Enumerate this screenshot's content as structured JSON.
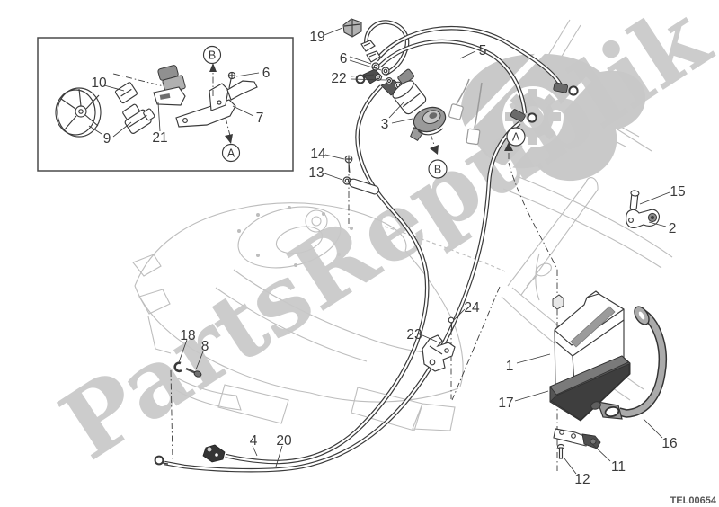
{
  "diagram": {
    "drawing_code": "TEL00654",
    "watermark": {
      "text": "PartsRepublik",
      "color": "#c8c8c8"
    },
    "colors": {
      "background": "#ffffff",
      "line_dark": "#3a3a3a",
      "line_light": "#bdbdbd",
      "watermark_gray": "#c8c8c8",
      "part_gray": "#9a9a9a",
      "dark_fill": "#4a4a4a"
    },
    "callouts": {
      "n1": "1",
      "n2": "2",
      "n3": "3",
      "n4": "4",
      "n5": "5",
      "n6": "6",
      "n7": "7",
      "n8": "8",
      "n9": "9",
      "n10": "10",
      "n11": "11",
      "n12": "12",
      "n13": "13",
      "n14": "14",
      "n15": "15",
      "n16": "16",
      "n17": "17",
      "n18": "18",
      "n19": "19",
      "n20": "20",
      "n21": "21",
      "n22": "22",
      "n23": "23",
      "n24": "24"
    },
    "view_labels": {
      "a": "A",
      "b": "B"
    }
  }
}
